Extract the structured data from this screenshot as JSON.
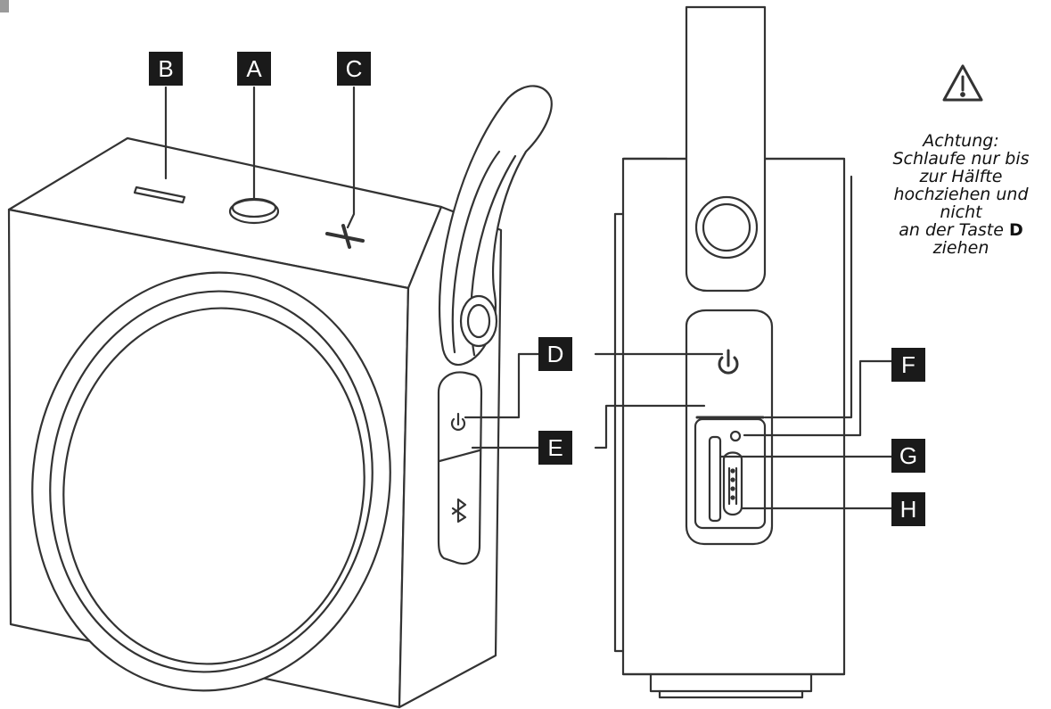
{
  "labels": {
    "a": "A",
    "b": "B",
    "c": "C",
    "d": "D",
    "e": "E",
    "f": "F",
    "g": "G",
    "h": "H"
  },
  "warning": {
    "heading": "Achtung:",
    "line1": "Schlaufe nur bis",
    "line2": "zur Hälfte",
    "line3": "hochziehen und",
    "line4": "nicht",
    "line5_prefix": "an der Taste ",
    "line5_key": "D",
    "line6": "ziehen",
    "icon": "warning-triangle-icon"
  },
  "colors": {
    "label_bg": "#1a1a1a",
    "label_text": "#ffffff",
    "line": "#333333"
  }
}
